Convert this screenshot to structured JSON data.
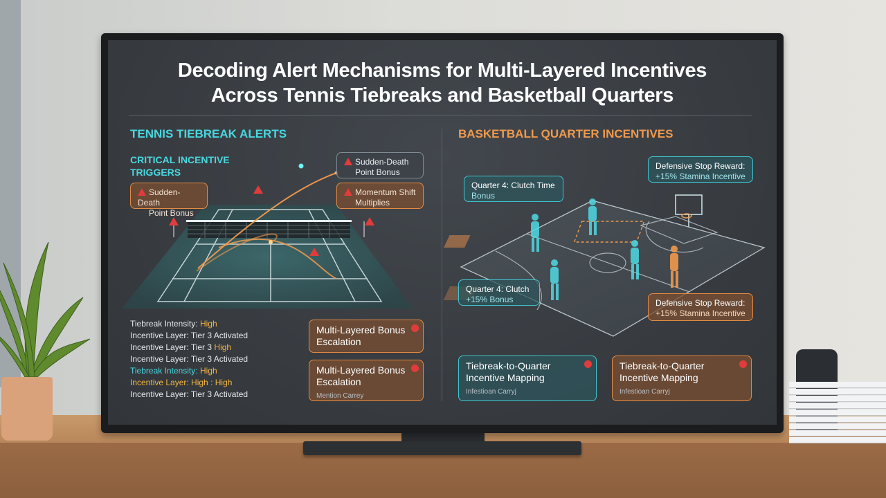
{
  "title": {
    "line1": "Decoding Alert Mechanisms for Multi-Layered Incentives",
    "line2": "Across Tennis Tiebreaks and Basketball Quarters"
  },
  "tennis": {
    "section_title": "TENNIS TIEBREAK ALERTS",
    "subtitle_line1": "CRITICAL INCENTIVE",
    "subtitle_line2": "TRIGGERS",
    "bubble_left": {
      "line1": "Sudden-Death",
      "line2": "Point Bonus"
    },
    "bubble_top_right": {
      "line1": "Sudden-Death",
      "line2": "Point Bonus"
    },
    "bubble_mid_right": {
      "line1": "Momentum Shift",
      "line2": "Multiplies"
    },
    "status_list": [
      {
        "label": "Tiebreak Intensity: ",
        "value": "High"
      },
      {
        "label": "Incentive Layer: Tier 3 Activated",
        "value": ""
      },
      {
        "label": "Incentive Layer: Tier 3 ",
        "value": "High"
      },
      {
        "label": "Incentive Layer: Tier 3 Activated",
        "value": ""
      },
      {
        "label": "Tiebreak Intensity: ",
        "value": "High"
      },
      {
        "label": "Incentive Layer: High : ",
        "value": "High"
      },
      {
        "label": "Incentive Layer: Tier 3 Activated",
        "value": ""
      }
    ],
    "card1": {
      "line1": "Multi-Layered Bonus",
      "line2": "Escalation"
    },
    "card2": {
      "line1": "Multi-Layered Bonus",
      "line2": "Escalation",
      "note": "Mention Carrey"
    }
  },
  "basketball": {
    "section_title": "BASKETBALL QUARTER INCENTIVES",
    "bubble_clutch_top": {
      "line1": "Quarter 4: Clutch Time",
      "line2": "Bonus"
    },
    "bubble_clutch_bottom": {
      "line1": "Quarter 4: Clutch",
      "line2": "+15% Bonus"
    },
    "bubble_defense_top": {
      "line1": "Defensive Stop Reward:",
      "line2": "+15% Stamina Incentive"
    },
    "bubble_defense_bottom": {
      "line1": "Defensive Stop Reward:",
      "line2": "+15% Stamina Incentive"
    },
    "card_teal": {
      "line1": "Tiebreak-to-Quarter",
      "line2": "Incentive Mapping",
      "note": "Infestioan Carryj"
    },
    "card_orange": {
      "line1": "Tiebreak-to-Quarter",
      "line2": "Incentive Mapping",
      "note": "Infestioan Carryj"
    }
  },
  "colors": {
    "teal_accent": "#49d7df",
    "orange_accent": "#f09a4c",
    "alert_red": "#e23b3b",
    "highlight_yellow": "#f4b441",
    "screen_bg": "#383c41"
  }
}
